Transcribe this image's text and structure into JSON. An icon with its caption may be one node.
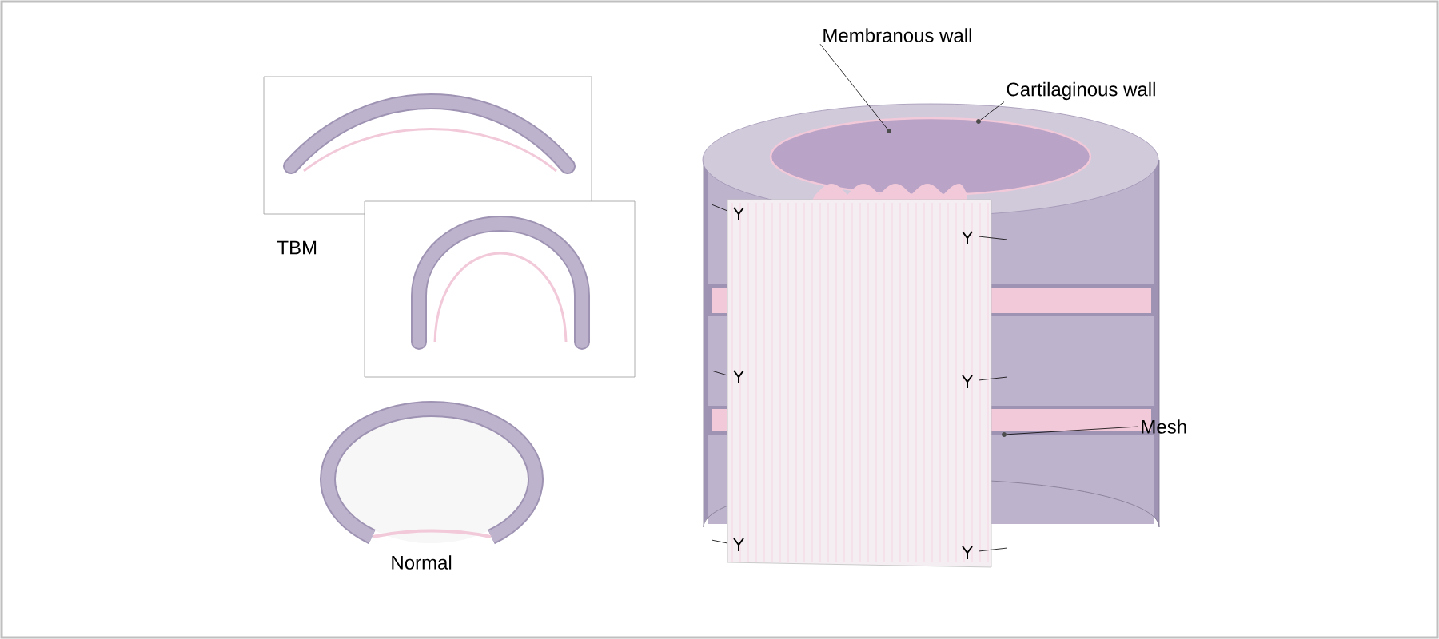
{
  "diagram": {
    "nodes": [
      {
        "text": [
          "Membranous wall"
        ]
      },
      {
        "text": [
          "Cartilaginous wall"
        ]
      },
      {
        "text": [
          "Mesh"
        ]
      },
      {
        "text": [],
        "shape": "picture"
      },
      {
        "text": [],
        "shape": "picture"
      },
      {
        "text": [],
        "shape": "picture"
      }
    ],
    "edges": [
      {
        "from": 0,
        "to": 3,
        "arrow": "none"
      },
      {
        "from": 1,
        "to": 4,
        "arrow": "none"
      },
      {
        "from": 2,
        "to": 5,
        "arrow": "none"
      }
    ],
    "labels": [
      "TBM",
      "Normal"
    ]
  }
}
